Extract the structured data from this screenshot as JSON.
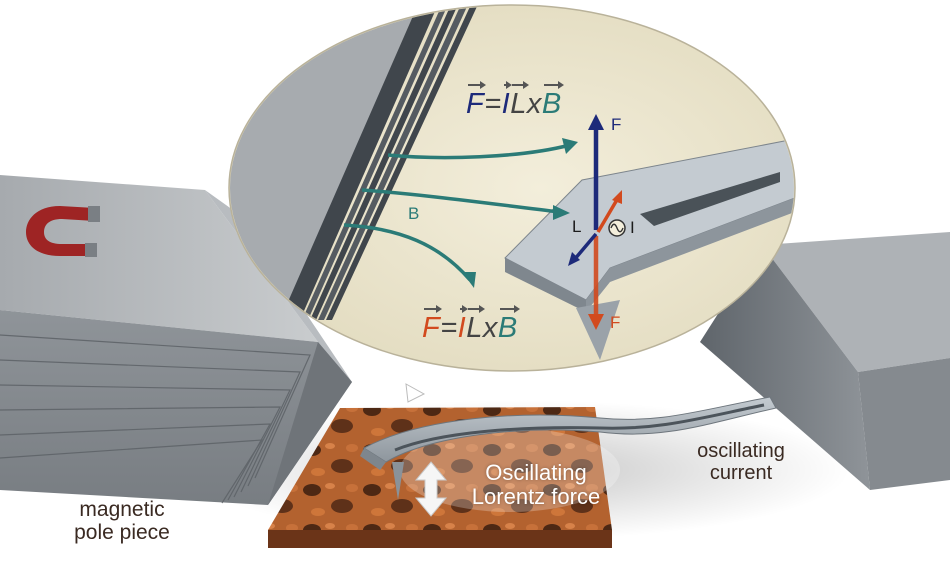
{
  "labels": {
    "pole_piece": "magnetic pole piece",
    "current": "oscillating current",
    "lorentz": "Oscillating Lorentz force",
    "B": "B",
    "F_top": "F",
    "F_bottom": "F",
    "L": "L",
    "I": "I"
  },
  "equation_top": {
    "F": "F",
    "eq": "=",
    "I": "I",
    "L": "L",
    "x": "x",
    "B": "B"
  },
  "equation_bottom": {
    "F": "F",
    "eq": "=",
    "I": "I",
    "L": "L",
    "x": "x",
    "B": "B"
  },
  "colors": {
    "lens_bg": "#ece6cf",
    "pole_gray": "#8c9196",
    "field_teal": "#2b7b77",
    "force_blue": "#1d2a7a",
    "force_orange": "#d24a1e",
    "sample_brown": "#a8572e",
    "magnet_red": "#9e2424"
  },
  "icons": [
    "magnet-icon",
    "ac-source-icon",
    "double-arrow-icon"
  ]
}
